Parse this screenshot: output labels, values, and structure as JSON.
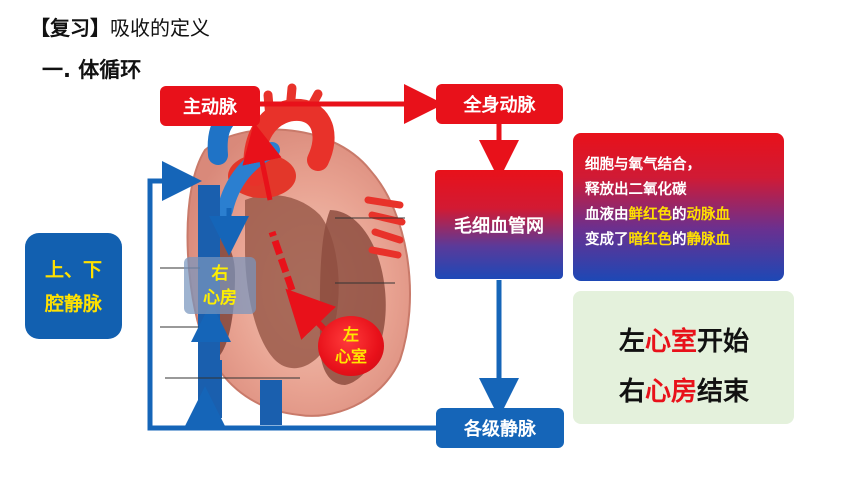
{
  "title": {
    "bracket": "【复习】",
    "text": "吸收的定义"
  },
  "subtitle": "一. 体循环",
  "labels": {
    "aorta": "主动脉",
    "body_arteries": "全身动脉",
    "capillaries": "毛细血管网",
    "all_veins": "各级静脉",
    "vena_cava_line1": "上、下",
    "vena_cava_line2": "腔静脉",
    "right_atrium_line1": "右",
    "right_atrium_line2": "心房",
    "left_ventricle_line1": "左",
    "left_ventricle_line2": "心室"
  },
  "info": {
    "line1": "细胞与氧气结合，",
    "line2": "释放出二氧化碳",
    "line3_a": "血液由",
    "line3_b": "鲜红色",
    "line3_c": "的",
    "line3_d": "动脉血",
    "line4_a": "变成了",
    "line4_b": "暗红色",
    "line4_c": "的",
    "line4_d": "静脉血"
  },
  "summary": {
    "l1_a": "左",
    "l1_b": "心室",
    "l1_c": "开始",
    "l2_a": "右",
    "l2_b": "心房",
    "l2_c": "结束"
  },
  "colors": {
    "red": "#e8111a",
    "blue": "#1565b8",
    "yellow": "#ffe000",
    "green_bg": "#e4f1dc"
  }
}
